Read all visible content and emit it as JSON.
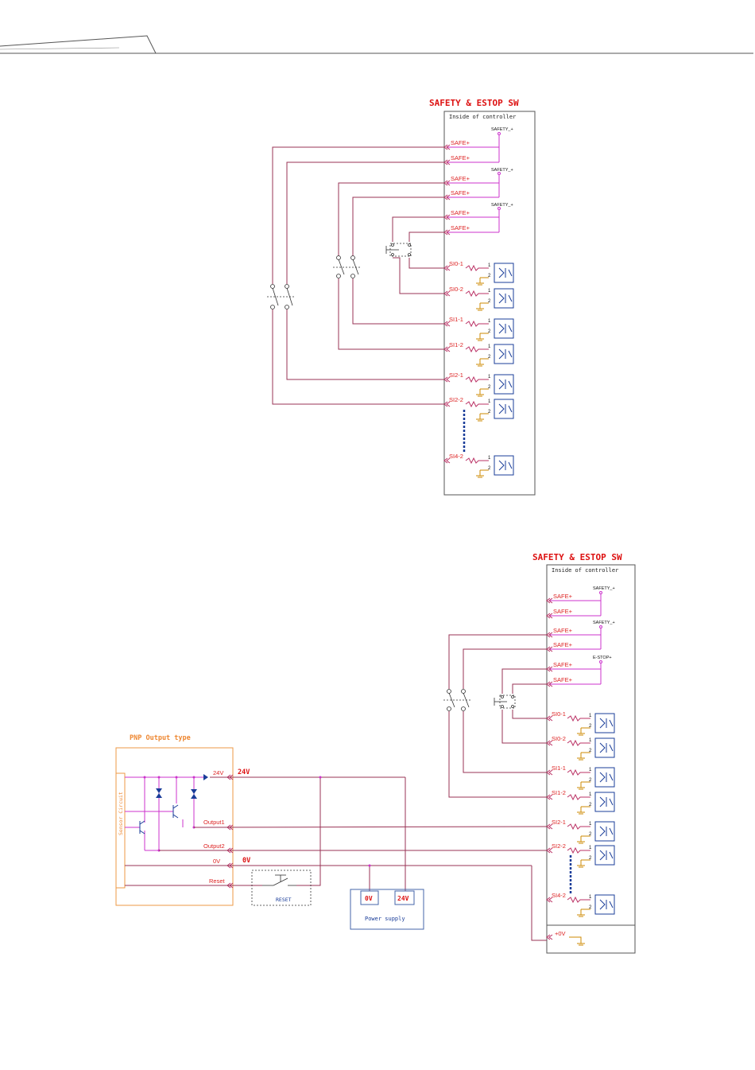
{
  "diagram1": {
    "title": "SAFETY  & ESTOP SW",
    "subtitle": "Inside  of  controller",
    "supply_labels": [
      "SAFETY_+",
      "SAFETY_+",
      "SAFETY_+"
    ],
    "safe_labels": [
      "SAFE+",
      "SAFE+",
      "SAFE+",
      "SAFE+",
      "SAFE+",
      "SAFE+"
    ],
    "input_labels": [
      "SI0-1",
      "SI0-2",
      "SI1-1",
      "SI1-2",
      "SI2-1",
      "SI2-2",
      "SI4-2"
    ]
  },
  "diagram2": {
    "title": "SAFETY & ESTOP SW",
    "subtitle": "Inside  of  controller",
    "supply_labels": [
      "SAFETY_+",
      "SAFETY_+",
      "E-STOP+"
    ],
    "safe_labels": [
      "SAFE+",
      "SAFE+",
      "SAFE+",
      "SAFE+",
      "SAFE+",
      "SAFE+"
    ],
    "input_labels": [
      "SI0-1",
      "SI0-2",
      "SI1-1",
      "SI1-2",
      "SI2-1",
      "SI2-2",
      "SI4-2"
    ],
    "zero_v_term": "+0V",
    "pnp_title": "PNP  Output  type",
    "sensor_circuit": "Sensor  Circuit",
    "sensor_terms": [
      "24V",
      "Output1",
      "Output2",
      "0V",
      "Reset"
    ],
    "rail_24v": "24V",
    "rail_0v": "0V",
    "reset_switch": "RESET",
    "power_supply": "Power  supply",
    "ps_0v": "0V",
    "ps_24v": "24V"
  },
  "pin_numbers": [
    "1",
    "2"
  ]
}
